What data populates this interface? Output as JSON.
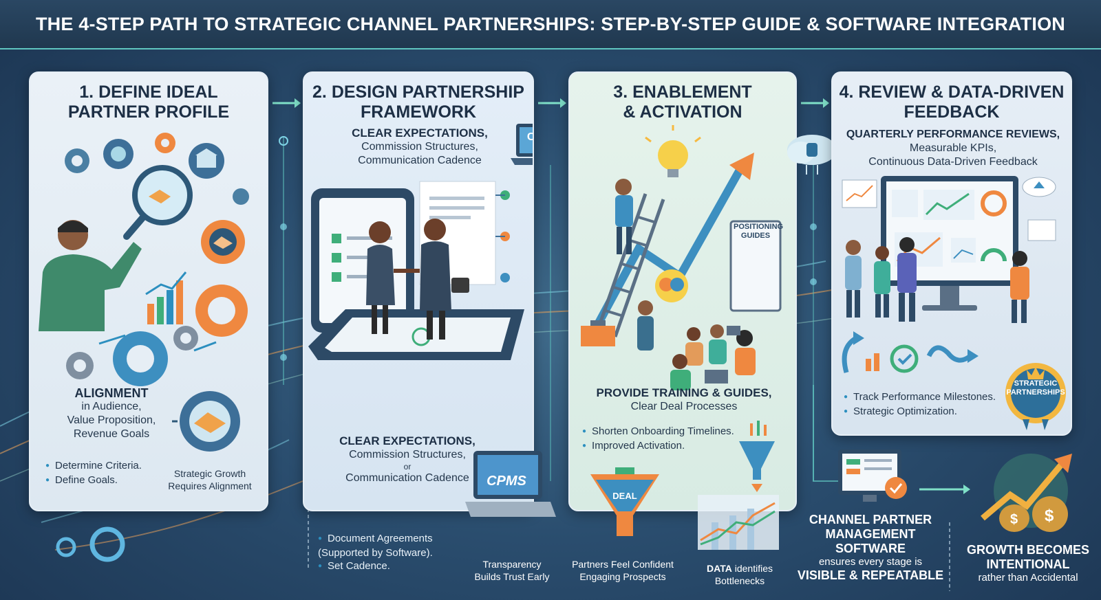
{
  "header": {
    "title": "The 4-Step Path to Strategic Channel Partnerships: Step-by-Step Guide & Software Integration"
  },
  "steps": [
    {
      "title_line1": "1. Define Ideal",
      "title_line2": "Partner Profile",
      "headline": "Alignment",
      "lines": [
        "in Audience,",
        "Value Proposition,",
        "Revenue Goals"
      ],
      "bullets": [
        "Determine Criteria.",
        "Define Goals."
      ],
      "caption_line1": "Strategic Growth",
      "caption_line2": "Requires Alignment"
    },
    {
      "title_line1": "2. Design Partnership",
      "title_line2": "Framework",
      "top_headline": "Clear Expectations,",
      "top_lines": [
        "Commission Structures,",
        "Communication Cadence"
      ],
      "headline": "Clear Expectations,",
      "lines": [
        "Commission Structures,",
        "or",
        "Communication Cadence"
      ],
      "bullets": [
        "Document Agreements (Supported by Software).",
        "Set Cadence."
      ],
      "laptop_label": "CPMS",
      "small_laptop_label": "CPMS",
      "caption_line1": "Transparency",
      "caption_line2": "Builds Trust Early"
    },
    {
      "title_line1": "3. Enablement",
      "title_line2": "& Activation",
      "book_label_line1": "Positioning",
      "book_label_line2": "Guides",
      "headline": "Provide Training & Guides,",
      "lines": [
        "Clear Deal Processes"
      ],
      "bullets": [
        "Shorten Onboarding Timelines.",
        "Improved Activation."
      ],
      "funnel_label": "DEAL",
      "caption_line1": "Partners Feel Confident",
      "caption_line2": "Engaging Prospects",
      "data_caption_bold": "DATA",
      "data_caption_rest": "identifies",
      "data_caption_line2": "Bottlenecks"
    },
    {
      "title_line1": "4. Review & Data-Driven",
      "title_line2": "Feedback",
      "headline": "Quarterly Performance Reviews,",
      "lines": [
        "Measurable KPIs,",
        "Continuous Data-Driven Feedback"
      ],
      "bullets": [
        "Track Performance Milestones.",
        "Strategic Optimization."
      ],
      "badge_line1": "Strategic",
      "badge_line2": "Partnerships"
    }
  ],
  "software": {
    "line1": "Channel Partner",
    "line2": "Management",
    "line3": "Software",
    "line4": "ensures every stage is",
    "line5": "Visible & Repeatable"
  },
  "growth": {
    "line1": "Growth Becomes",
    "line2": "Intentional",
    "line3": "rather than Accidental"
  },
  "colors": {
    "accent_teal": "#5fc6c0",
    "accent_orange": "#f08a3c",
    "accent_blue": "#2c8fbf",
    "header_bg": "#20384f"
  }
}
